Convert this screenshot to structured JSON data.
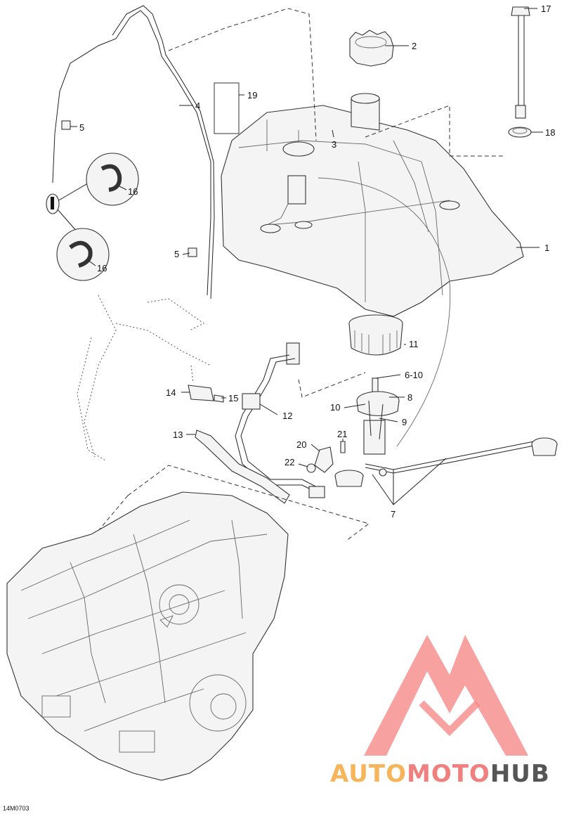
{
  "callouts": {
    "c1": "1",
    "c2": "2",
    "c3": "3",
    "c4": "4",
    "c5a": "5",
    "c5b": "5",
    "c6_10": "6-10",
    "c7": "7",
    "c8": "8",
    "c9": "9",
    "c10": "10",
    "c11": "11",
    "c12": "12",
    "c13": "13",
    "c14": "14",
    "c15": "15",
    "c16a": "16",
    "c16b": "16",
    "c17": "17",
    "c18": "18",
    "c19": "19",
    "c20": "20",
    "c21": "21",
    "c22": "22"
  },
  "drawing_code": "14M0703",
  "watermark": {
    "part1": "AUTO",
    "part2": "MOTO",
    "part3": "HUB",
    "color_logo": "#f47c7c",
    "color_auto": "#f6b55a",
    "color_moto": "#f08080",
    "color_hub": "#555555"
  }
}
